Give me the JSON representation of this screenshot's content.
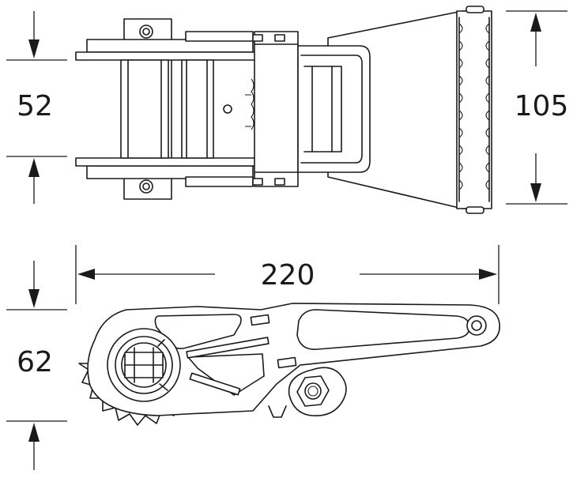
{
  "dimensions": {
    "width_top": "52",
    "height_top": "105",
    "length_side": "220",
    "height_side": "62"
  },
  "colors": {
    "line": "#1a1a1a",
    "background": "#ffffff"
  }
}
